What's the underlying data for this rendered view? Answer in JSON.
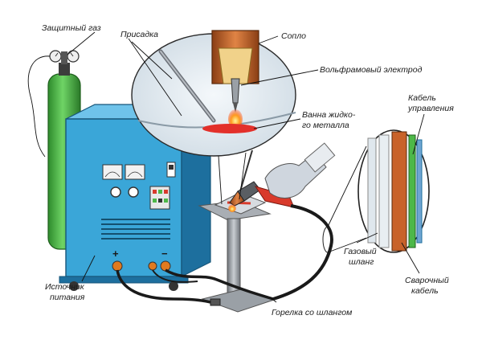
{
  "labels": {
    "shielding_gas": "Защитный газ",
    "filler": "Присадка",
    "nozzle": "Сопло",
    "tungsten_electrode": "Вольфрамовый электрод",
    "weld_pool_line1": "Ванна жидко-",
    "weld_pool_line2": "го металла",
    "control_cable_line1": "Кабель",
    "control_cable_line2": "управления",
    "power_source_line1": "Источник",
    "power_source_line2": "питания",
    "gas_hose_line1": "Газовый",
    "gas_hose_line2": "шланг",
    "welding_cable_line1": "Сварочный",
    "welding_cable_line2": "кабель",
    "torch_with_hose": "Горелка со шлангом",
    "plus": "+",
    "minus": "−"
  },
  "colors": {
    "machine_front": "#3aa6d8",
    "machine_side": "#1d6f9e",
    "cylinder": "#4db848",
    "nozzle": "#c8622a",
    "handle": "#d93a2b",
    "cable": "#1a1a1a",
    "stand": "#8a8f96"
  }
}
